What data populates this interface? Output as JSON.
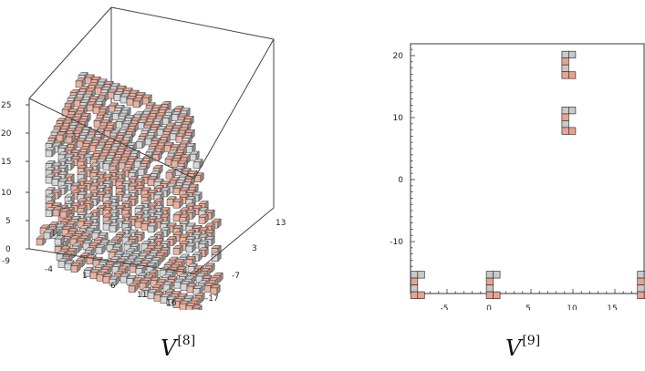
{
  "left_panel": {
    "z_ticks": [
      "0",
      "5",
      "10",
      "15",
      "20",
      "25"
    ],
    "x_ticks": [
      "-9",
      "-4",
      "1",
      "6",
      "11",
      "16"
    ],
    "y_ticks": [
      "-17",
      "-7",
      "3",
      "13"
    ],
    "caption_symbol": "V",
    "caption_superscript": "[8]"
  },
  "right_panel": {
    "x_ticks": [
      "-5",
      "0",
      "5",
      "10",
      "15"
    ],
    "y_ticks": [
      "-10",
      "0",
      "10",
      "20"
    ],
    "caption_symbol": "V",
    "caption_superscript": "[9]",
    "glyph_stacks": [
      {
        "x": 9.5,
        "y": 18.5
      },
      {
        "x": 9.5,
        "y": 9.5
      },
      {
        "x": -8.5,
        "y": -17.0
      },
      {
        "x": 0.5,
        "y": -17.0
      },
      {
        "x": 18.5,
        "y": -17.0
      }
    ]
  },
  "colors": {
    "salmon": "#e9a390",
    "grey": "#c9c9c9",
    "edge": "#333333"
  }
}
